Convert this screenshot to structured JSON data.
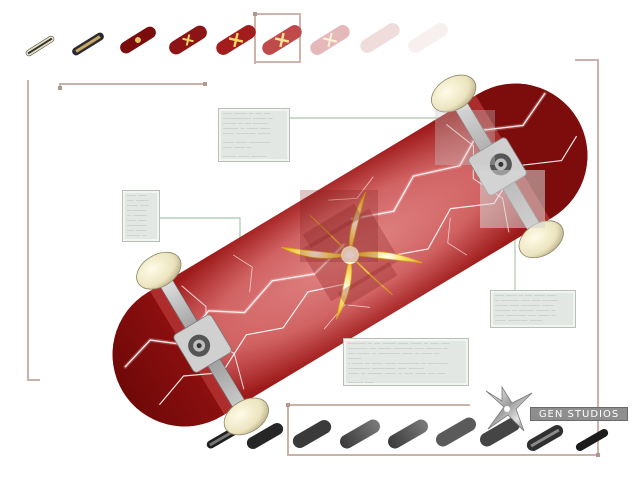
{
  "colors": {
    "deck_dark": "#6e0808",
    "deck_mid": "#b01818",
    "deck_light": "#d86a6a",
    "wheel": "#efe9c7",
    "truck_metal": "#a9a9a9",
    "frame_line": "#c2a69e",
    "callout_bg": "#e3e7e3",
    "connector": "#a7c7a7",
    "lily": "#f5d95a",
    "brand_bg": "#8e8e8e",
    "brand_text": "#ffffff"
  },
  "icons": {
    "lightning": "lightning-graphic",
    "lily": "lily-flower-graphic",
    "logo": "x-splash-logo-icon"
  },
  "brand": {
    "text": "GEN STUDIOS"
  }
}
